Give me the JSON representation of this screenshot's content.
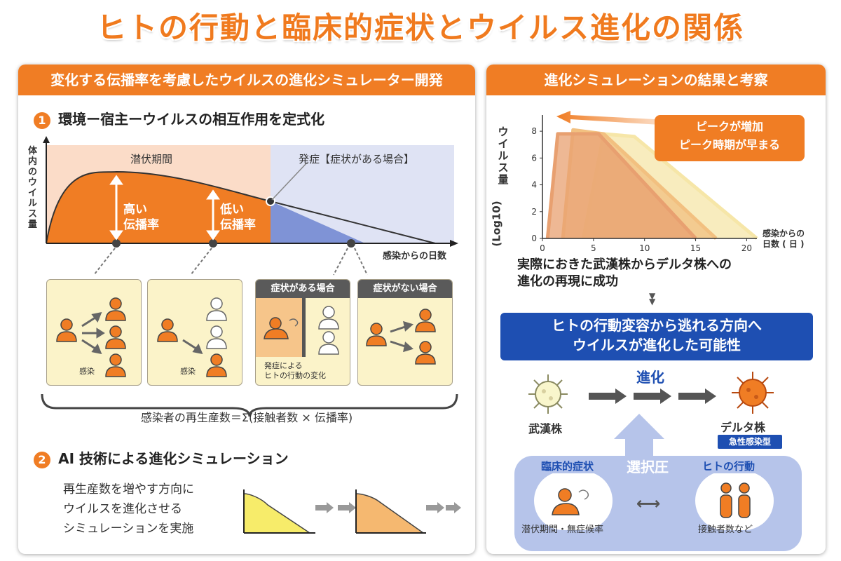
{
  "title": "ヒトの行動と臨床的症状とウイルス進化の関係",
  "left": {
    "header": "変化する伝播率を考慮したウイルスの進化シミュレーター開発",
    "section1": {
      "num": "1",
      "title": "環境ー宿主ーウイルスの相互作用を定式化"
    },
    "graph": {
      "ylabel": "体内のウイルス量",
      "xlabel": "感染からの日数",
      "incubation": "潜伏期間",
      "onset": "発症【症状がある場合】",
      "high": "高い\n伝播率",
      "high1": "高い",
      "high2": "伝播率",
      "low1": "低い",
      "low2": "伝播率"
    },
    "cards": [
      {
        "caption": "感染"
      },
      {
        "caption": "感染"
      },
      {
        "header": "症状がある場合",
        "caption1": "発症による",
        "caption2": "ヒトの行動の変化"
      },
      {
        "header": "症状がない場合"
      }
    ],
    "formula": "感染者の再生産数＝Σ(接触者数 × 伝播率)",
    "section2": {
      "num": "2",
      "title": "AI 技術による進化シミュレーション"
    },
    "sim_text": [
      "再生産数を増やす方向に",
      "ウイルスを進化させる",
      "シミュレーションを実施"
    ]
  },
  "right": {
    "header": "進化シミュレーションの結果と考察",
    "chart": {
      "ylabel1": "ウイルス量",
      "ylabel2": "(Log10)",
      "xlabel1": "感染からの",
      "xlabel2": "日数 ( 日 )",
      "callout1": "ピークが増加",
      "callout2": "ピーク時期が早まる"
    },
    "result1": "実際におきた武漢株からデルタ株への",
    "result2": "進化の再現に成功",
    "conclusion1": "ヒトの行動変容から逃れる方向へ",
    "conclusion2": "ウイルスが進化した可能性",
    "evolution": "進化",
    "strain_a": "武漢株",
    "strain_b": "デルタ株",
    "strain_b_badge": "急性感染型",
    "pressure": "選択圧",
    "factor_a": "臨床的症状",
    "factor_a_sub": "潜伏期間・無症候率",
    "factor_b": "ヒトの行動",
    "factor_b_sub": "接触者数など"
  },
  "chart_data": {
    "type": "area",
    "x_ticks": [
      0,
      5,
      10,
      15,
      20
    ],
    "y_ticks": [
      0,
      2,
      4,
      6,
      8
    ],
    "xlim": [
      0,
      21
    ],
    "ylim": [
      0,
      9
    ],
    "series": [
      {
        "points": [
          [
            0.5,
            0
          ],
          [
            1.5,
            7.8
          ],
          [
            5.5,
            7.8
          ],
          [
            15,
            0
          ]
        ],
        "color": "#e8a070"
      },
      {
        "points": [
          [
            2,
            0
          ],
          [
            3,
            8.1
          ],
          [
            6,
            7.8
          ],
          [
            17,
            0
          ]
        ],
        "color": "#f2c080"
      },
      {
        "points": [
          [
            4,
            0
          ],
          [
            6,
            7.8
          ],
          [
            9,
            7.6
          ],
          [
            21,
            0
          ]
        ],
        "color": "#f6e6a8"
      }
    ],
    "grid": false
  }
}
